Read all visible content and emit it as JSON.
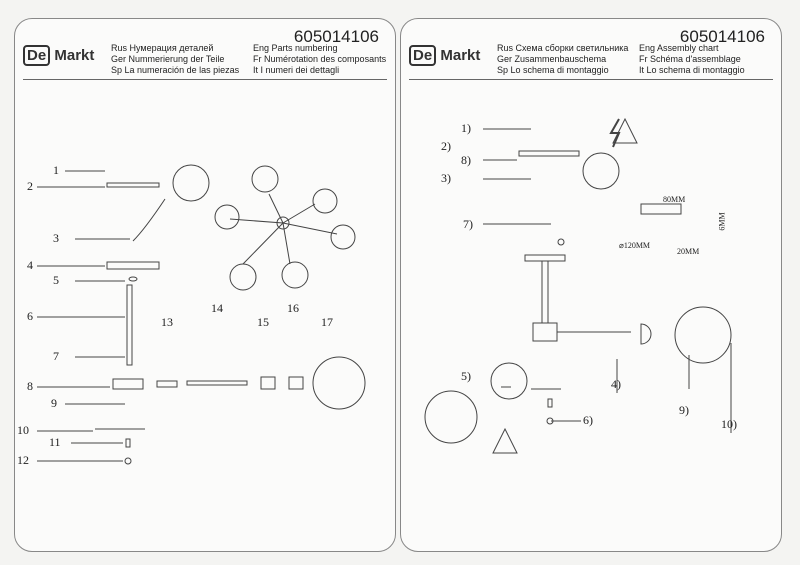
{
  "left": {
    "code": "605014106",
    "logo": {
      "a": "De",
      "b": "Markt"
    },
    "headers": [
      [
        "Rus",
        "Нумерация деталей"
      ],
      [
        "Ger",
        "Nummerierung der Teile"
      ],
      [
        "Sp",
        "La numeración de las piezas"
      ],
      [
        "Eng",
        "Parts numbering"
      ],
      [
        "Fr",
        "Numérotation des composants"
      ],
      [
        "It",
        "I numeri dei dettagli"
      ]
    ],
    "labels": [
      "1",
      "2",
      "3",
      "4",
      "5",
      "6",
      "7",
      "8",
      "9",
      "10",
      "11",
      "12",
      "13",
      "14",
      "15",
      "16",
      "17"
    ]
  },
  "right": {
    "code": "605014106",
    "logo": {
      "a": "De",
      "b": "Markt"
    },
    "headers": [
      [
        "Rus",
        "Схема сборки светильника"
      ],
      [
        "Ger",
        "Zusammenbauschema"
      ],
      [
        "Sp",
        "Lo schema di montaggio"
      ],
      [
        "Eng",
        "Assembly chart"
      ],
      [
        "Fr",
        "Schéma d'assemblage"
      ],
      [
        "It",
        "Lo schema di montaggio"
      ]
    ],
    "labels": [
      "1)",
      "2)",
      "8)",
      "3)",
      "7)",
      "5)",
      "4)",
      "6)",
      "9)",
      "10)"
    ],
    "dims": [
      "80MM",
      "6MM",
      "20MM",
      "⌀120MM"
    ]
  }
}
